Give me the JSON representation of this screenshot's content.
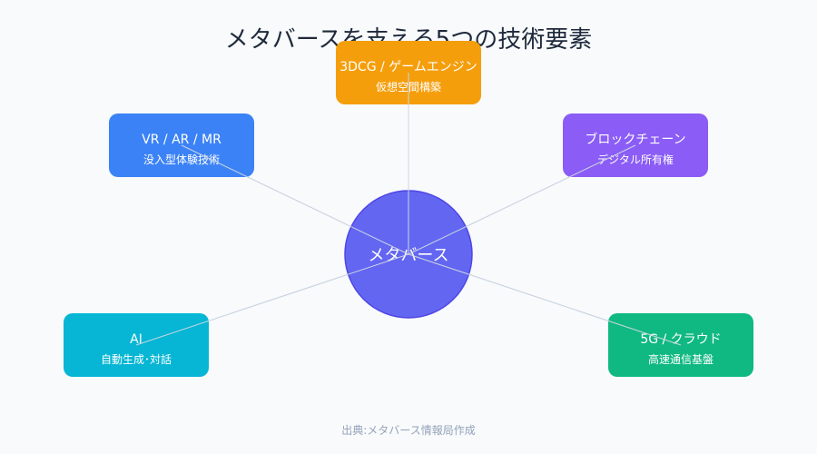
{
  "title": "メタバースを支える5つの技術要素",
  "center": {
    "label": "メタバース",
    "color": "#6366f1",
    "stroke": "#4f46e5"
  },
  "nodes": [
    {
      "key": "3dcg",
      "title": "3DCG / ゲームエンジン",
      "subtitle": "仮想空間構築",
      "color": "#f59e0b"
    },
    {
      "key": "vr",
      "title": "VR / AR / MR",
      "subtitle": "没入型体験技術",
      "color": "#3b82f6"
    },
    {
      "key": "blockchain",
      "title": "ブロックチェーン",
      "subtitle": "デジタル所有権",
      "color": "#8b5cf6"
    },
    {
      "key": "ai",
      "title": "AI",
      "subtitle": "自動生成･対話",
      "color": "#06b6d4"
    },
    {
      "key": "5g",
      "title": "5G / クラウド",
      "subtitle": "高速通信基盤",
      "color": "#10b981"
    }
  ],
  "source": "出典:メタバース情報局作成"
}
